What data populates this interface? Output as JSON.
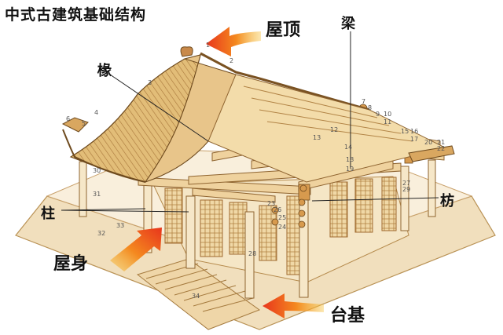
{
  "title": "中式古建筑基础结构",
  "labels": {
    "roof": "屋顶",
    "body": "屋身",
    "base": "台基",
    "rafter": "椽",
    "beam": "梁",
    "column": "柱",
    "tiebeam": "枋"
  },
  "part_numbers": [
    "1",
    "2",
    "3",
    "4",
    "5",
    "6",
    "7",
    "8",
    "9",
    "10",
    "11",
    "12",
    "13",
    "14",
    "15",
    "16",
    "17",
    "18",
    "19",
    "20",
    "21",
    "22",
    "23",
    "24",
    "25",
    "26",
    "27",
    "28",
    "29",
    "30",
    "31",
    "32",
    "33",
    "34"
  ],
  "colors": {
    "wood": "#e9c98c",
    "wood_dark": "#b9874a",
    "roof_tile": "#d8b06a",
    "column": "#f3e2bd",
    "floor": "#f7ead2",
    "arrow_red": "#e8351c",
    "arrow_yellow": "#f6c13a",
    "leader": "#222222"
  }
}
